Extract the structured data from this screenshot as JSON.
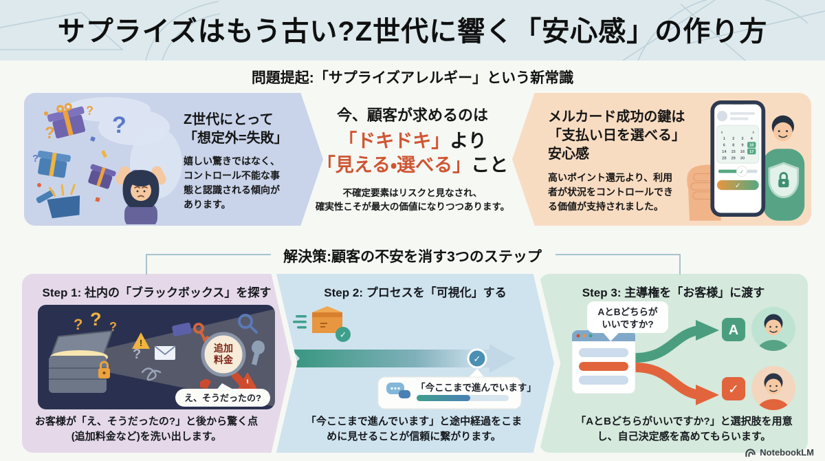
{
  "page": {
    "title": "サプライズはもう古い?Z世代に響く「安心感」の作り方",
    "footer_brand": "NotebookLM"
  },
  "icons": {
    "check": "✓",
    "question": "?",
    "exclamation": "!",
    "nav_prev": "‹",
    "nav_next": "›",
    "letter_a": "A"
  },
  "colors": {
    "title_band": "#dde9ed",
    "accent_orange": "#cf5533",
    "panel_periwinkle": "#c9d4ea",
    "panel_peach": "#f8dcc2",
    "step_lavender": "#e5d9e9",
    "step_blue": "#cfe3ee",
    "step_green": "#d5e9dc",
    "illustration_navy": "#2a3150",
    "teal": "#3f9f8d",
    "green": "#4a9e7f",
    "orange": "#e2643c"
  },
  "problem": {
    "heading": "問題提起:「サプライズアレルギー」という新常識",
    "left_panel": {
      "title_line1": "Z世代にとって",
      "title_line2": "「想定外=失敗」",
      "body": "嬉しい驚きではなく、コントロール不能な事態と認識される傾向があります。"
    },
    "center": {
      "line1": "今、顧客が求めるのは",
      "line2_accent": "「ドキドキ」",
      "line2_rest": "より",
      "line3_accent": "「見える・選べる」",
      "line3_rest": "こと",
      "body_line1": "不確定要素はリスクと見なされ、",
      "body_line2": "確実性こそが最大の価値になりつつあります。"
    },
    "right_panel": {
      "title_line1": "メルカード成功の鍵は",
      "title_line2": "「支払い日を選べる」",
      "title_line3": "安心感",
      "body": "高いポイント還元より、利用者が状況をコントロールできる価値が支持されました。",
      "calendar": {
        "days": [
          "1",
          "2",
          "3",
          "4",
          "6",
          "8",
          "9",
          "10",
          "14",
          "15",
          "16",
          "17",
          "28",
          "29",
          "30"
        ]
      }
    }
  },
  "solution": {
    "heading": "解決策:顧客の不安を消す3つのステップ",
    "steps": [
      {
        "title": "Step 1: 社内の「ブラックボックス」を探す",
        "badge_line1": "追加",
        "badge_line2": "料金",
        "bubble": "え、そうだったの?",
        "caption": "お客様が「え、そうだったの?」と後から驚く点(追加料金など)を洗い出します。"
      },
      {
        "title": "Step 2: プロセスを「可視化」する",
        "bubble": "「今ここまで進んでいます」",
        "caption": "「今ここまで進んでいます」と途中経過をこまめに見せることが信頼に繋がります。"
      },
      {
        "title": "Step 3: 主導権を「お客様」に渡す",
        "bubble_line1": "AとBどちらが",
        "bubble_line2": "いいですか?",
        "option_a": "A",
        "caption": "「AとBどちらがいいですか?」と選択肢を用意し、自己決定感を高めてもらいます。"
      }
    ]
  }
}
